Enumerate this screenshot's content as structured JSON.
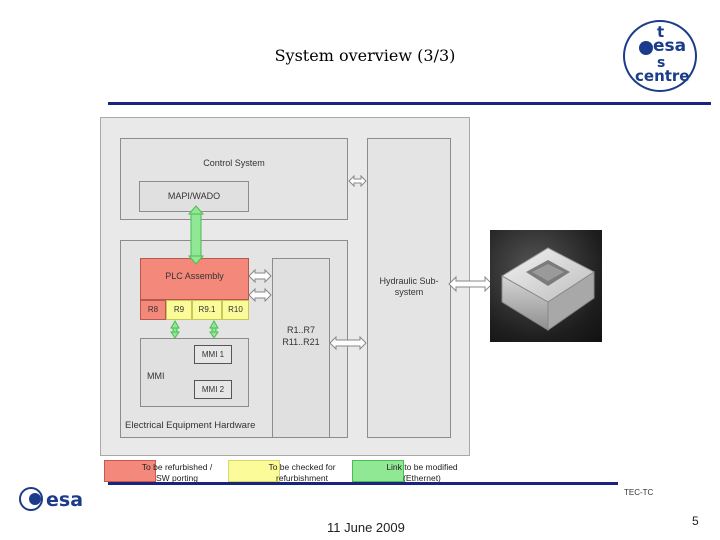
{
  "header": {
    "title": "System  overview (3/3)"
  },
  "logos": {
    "tesa": {
      "t": "t",
      "esa": "esa",
      "s": "s",
      "centre": "centre"
    },
    "esa_bottom": "esa"
  },
  "diagram": {
    "control_system": "Control System",
    "mapi_wado": "MAPI/WADO",
    "plc_assembly": "PLC Assembly",
    "racks": [
      "R8",
      "R9",
      "R9.1",
      "R10"
    ],
    "mmi": "MMI",
    "mmi1": "MMI 1",
    "mmi2": "MMI 2",
    "racks_range_1": "R1..R7",
    "racks_range_2": "R11..R21",
    "hydraulic": "Hydraulic Sub-system",
    "eeh": "Electrical Equipment Hardware"
  },
  "legend": [
    {
      "text": "To be refurbished / SW porting",
      "color": "#f4897b",
      "border": "#c45a4c"
    },
    {
      "text": "To be checked for refurbishment",
      "color": "#fbfb9a",
      "border": "#d8d86a"
    },
    {
      "text": "Link to be modified (Ethernet)",
      "color": "#90e894",
      "border": "#4dbb52"
    }
  ],
  "footer": {
    "tec": "TEC-TC",
    "date": "11 June 2009",
    "page": "5"
  },
  "colors": {
    "accent_rule": "#1a237e",
    "plc": "#f4897b",
    "rack": "#fbfb9a",
    "link": "#90e894"
  }
}
